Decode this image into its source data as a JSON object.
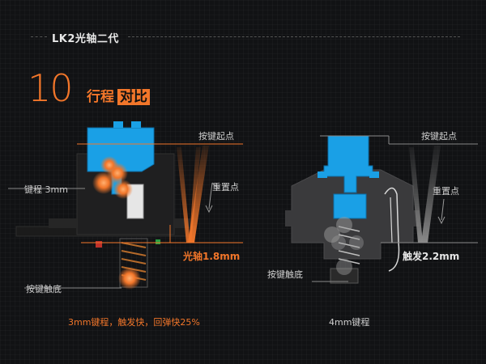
{
  "header": {
    "title": "LK2光轴二代"
  },
  "section": {
    "number": "10",
    "title_part1": "行程",
    "title_part2": "对比"
  },
  "left_diagram": {
    "label_start": "按键起点",
    "label_travel": "键程 3mm",
    "label_reset": "重置点",
    "label_trigger": "光轴1.8mm",
    "label_bottom": "按键触底",
    "caption": "3mm键程，触发快，回弹快25%"
  },
  "right_diagram": {
    "label_start": "按键起点",
    "label_reset": "重置点",
    "label_trigger": "触发2.2mm",
    "label_bottom": "按键触底",
    "caption": "4mm键程"
  },
  "colors": {
    "accent": "#f2762a",
    "switch_blue": "#1aa0e6"
  }
}
